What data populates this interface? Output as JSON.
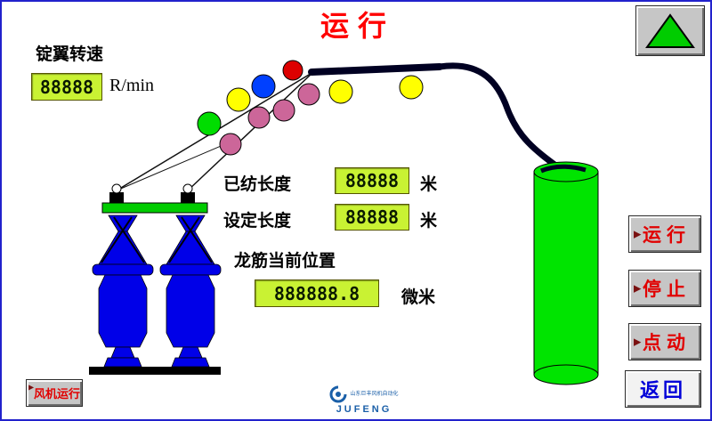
{
  "title": "运行",
  "colors": {
    "title_red": "#ff0000",
    "value_box_bg": "#c9f233",
    "button_face": "#c6c6c6",
    "action_text_red": "#e10000",
    "return_text_blue": "#0000d8",
    "can_green": "#00e400",
    "bobbin_blue": "#0000e8",
    "up_arrow_green": "#00cc00"
  },
  "icons": {
    "play": "▶"
  },
  "flyer_speed": {
    "label": "锭翼转速",
    "value": "88888",
    "unit": "R/min"
  },
  "spun_length": {
    "label": "已纺长度",
    "value": "88888",
    "unit": "米"
  },
  "set_length": {
    "label": "设定长度",
    "value": "88888",
    "unit": "米"
  },
  "rail_position": {
    "label": "龙筋当前位置",
    "value": "888888.8",
    "unit": "微米"
  },
  "buttons": {
    "run": "运行",
    "stop": "停止",
    "jog": "点动",
    "back": "返回",
    "fan": "风机运行"
  },
  "logo": {
    "text": "JUFENG",
    "subtext": "山东巨丰风机自动化"
  }
}
